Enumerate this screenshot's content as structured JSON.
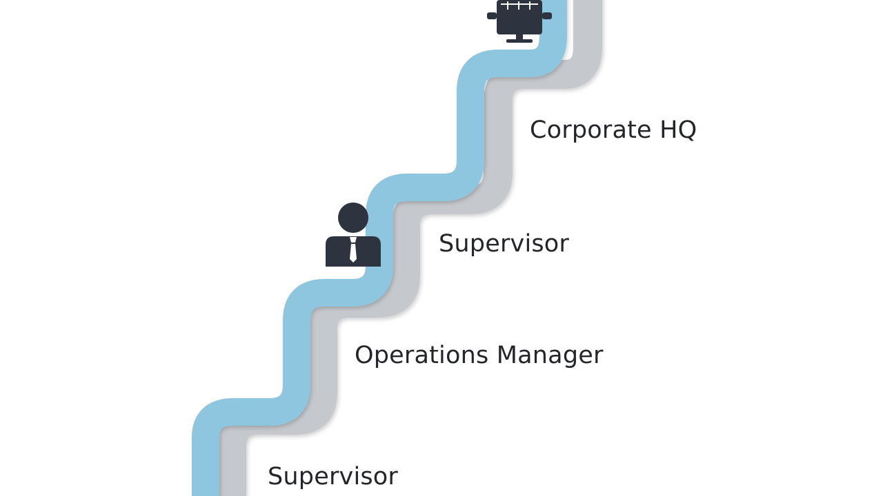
{
  "diagram": {
    "steps": [
      {
        "label": "Supervisor"
      },
      {
        "label": "Operations Manager"
      },
      {
        "label": "Supervisor"
      },
      {
        "label": "Corporate HQ"
      }
    ],
    "icons": {
      "person": "businessperson-icon",
      "building": "computer-monitor-icon"
    },
    "colors": {
      "ribbon_blue": "#8fc6df",
      "ribbon_gray": "#c5c8cc",
      "icon_dark": "#2d3440",
      "text": "#23252b"
    }
  }
}
